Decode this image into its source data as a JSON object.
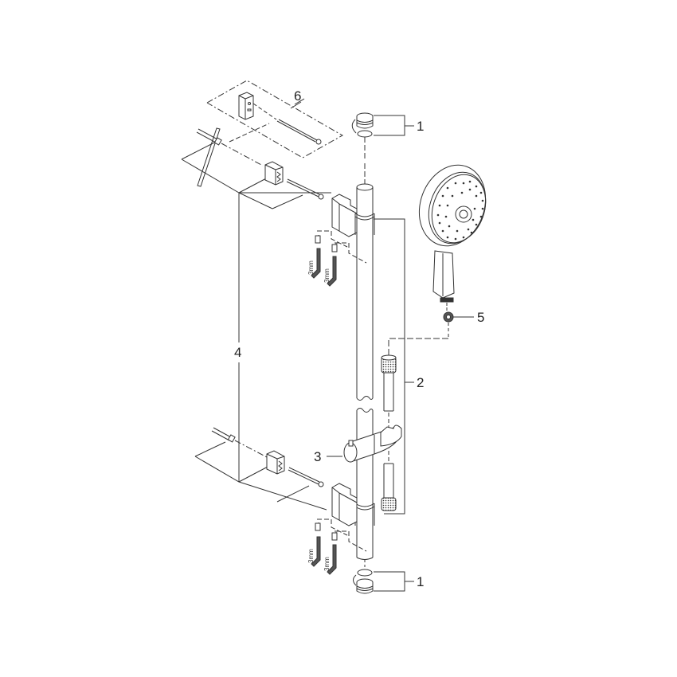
{
  "diagram": {
    "type": "exploded-parts-assembly",
    "subject": "shower rail set",
    "background": "#ffffff",
    "line_color": "#333333"
  },
  "callouts": [
    {
      "id": "c6",
      "label": "6",
      "part": "wall-mount-adapter-kit"
    },
    {
      "id": "c1_top",
      "label": "1",
      "part": "end-cap-with-o-ring-top"
    },
    {
      "id": "c5",
      "label": "5",
      "part": "flow-restrictor-washer"
    },
    {
      "id": "c2",
      "label": "2",
      "part": "shower-hose"
    },
    {
      "id": "c4",
      "label": "4",
      "part": "wall-fixing-set"
    },
    {
      "id": "c3",
      "label": "3",
      "part": "sliding-hand-shower-holder"
    },
    {
      "id": "c1_bottom",
      "label": "1",
      "part": "end-cap-with-o-ring-bottom"
    }
  ],
  "tool_labels": [
    {
      "id": "hex1",
      "label": "3mm"
    },
    {
      "id": "hex2",
      "label": "3mm"
    },
    {
      "id": "hex3",
      "label": "3mm"
    },
    {
      "id": "hex4",
      "label": "3mm"
    }
  ]
}
